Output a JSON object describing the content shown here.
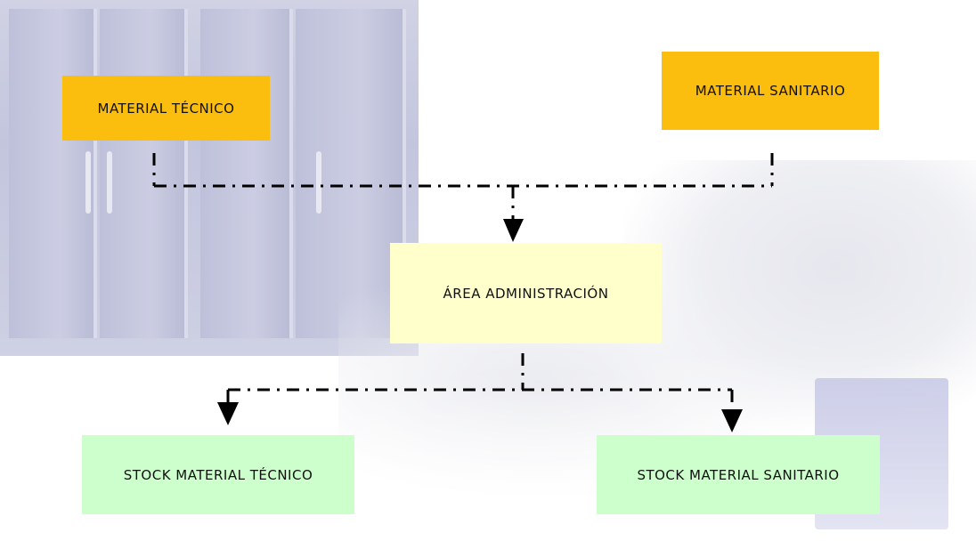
{
  "diagram": {
    "nodes": {
      "material_tecnico": "MATERIAL TÉCNICO",
      "material_sanitario": "MATERIAL SANITARIO",
      "area_administracion": "ÁREA ADMINISTRACIÓN",
      "stock_material_tecnico": "STOCK MATERIAL TÉCNICO",
      "stock_material_sanitario": "STOCK MATERIAL SANITARIO"
    },
    "edges": [
      {
        "from": "material_tecnico",
        "to": "area_administracion"
      },
      {
        "from": "material_sanitario",
        "to": "area_administracion"
      },
      {
        "from": "area_administracion",
        "to": "stock_material_tecnico"
      },
      {
        "from": "area_administracion",
        "to": "stock_material_sanitario"
      }
    ],
    "colors": {
      "source": "#fbbd0e",
      "process": "#ffffcc",
      "stock": "#ccffcc",
      "connector": "#000000"
    }
  }
}
